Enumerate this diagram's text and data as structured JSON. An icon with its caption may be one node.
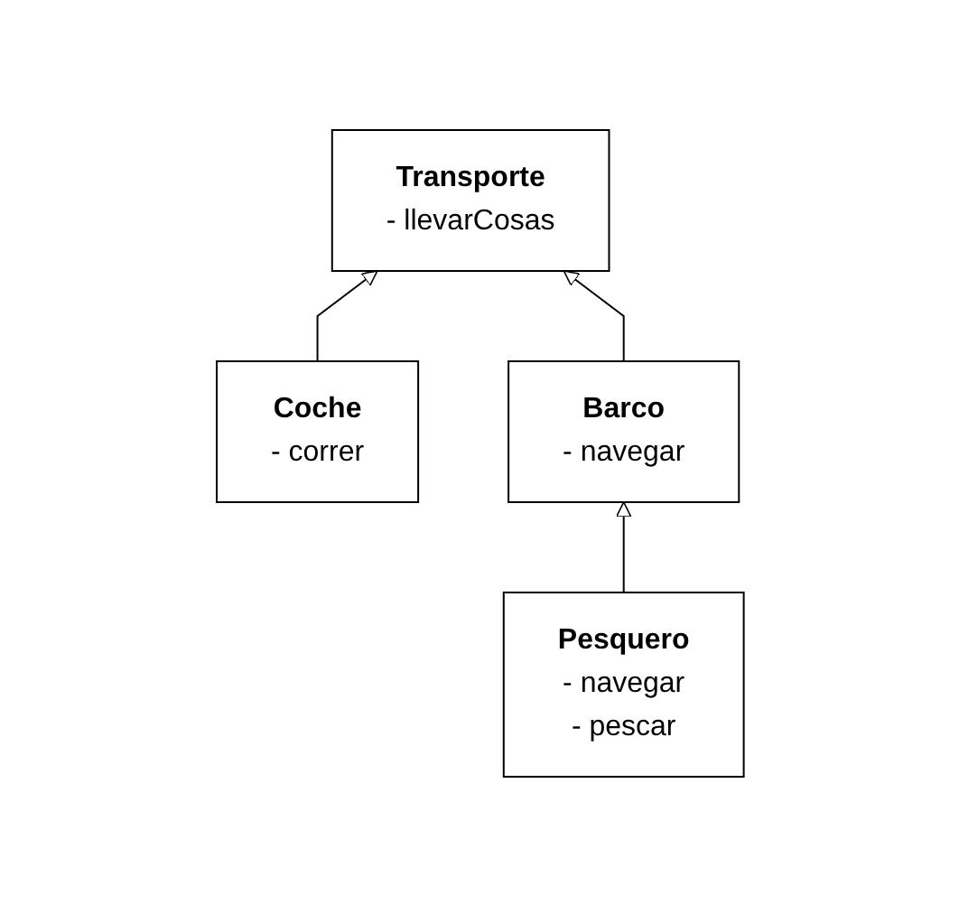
{
  "diagram": {
    "nodes": [
      {
        "text": [
          "Transporte",
          "- llevarCosas"
        ]
      },
      {
        "text": [
          "Coche",
          "- correr"
        ]
      },
      {
        "text": [
          "Barco",
          "- navegar"
        ]
      },
      {
        "text": [
          "Pesquero",
          "- navegar",
          "- pescar"
        ]
      }
    ],
    "edges": [
      {
        "from": 1,
        "to": 0,
        "arrow": "to"
      },
      {
        "from": 2,
        "to": 0,
        "arrow": "to"
      },
      {
        "from": 3,
        "to": 2,
        "arrow": "to"
      }
    ]
  }
}
